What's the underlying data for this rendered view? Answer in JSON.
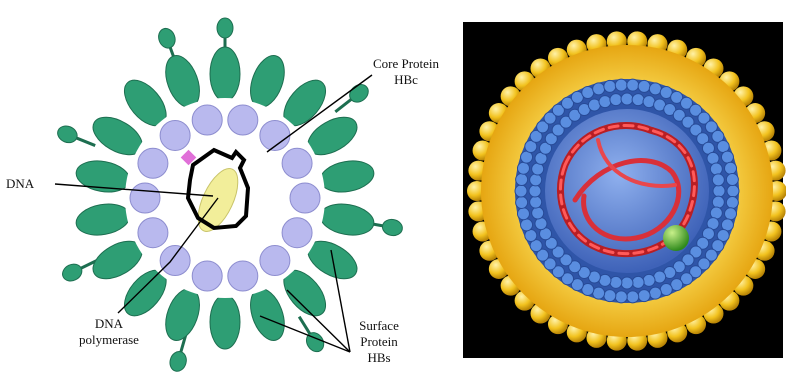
{
  "left_diagram": {
    "labels": {
      "core_protein_line1": "Core Protein",
      "core_protein_line2": "HBc",
      "dna": "DNA",
      "dna_polymerase_line1": "DNA",
      "dna_polymerase_line2": "polymerase",
      "surface_protein_line1": "Surface",
      "surface_protein_line2": "Protein",
      "surface_protein_line3": "HBs"
    },
    "colors": {
      "surface_protein": "#2e9e74",
      "core_protein": "#b9b9ee",
      "dna_outline": "#000000",
      "polymerase": "#f2ee9a",
      "marker": "#e070d8"
    }
  },
  "right_image": {
    "colors": {
      "background": "#000000",
      "envelope": "#f2c21e",
      "envelope_beads": "#f4cc3c",
      "capsid": "#3f6fc7",
      "core": "#5f86d8",
      "dna": "#e0343a",
      "polymerase": "#5ab530"
    }
  }
}
